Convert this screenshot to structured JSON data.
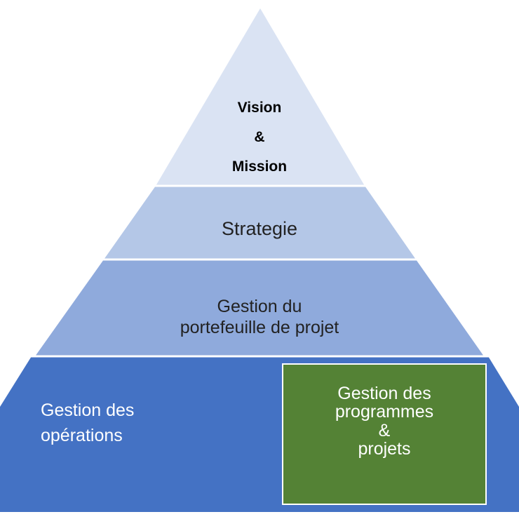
{
  "colors": {
    "level_top": "#dae3f3",
    "level_strategy": "#b4c7e7",
    "level_portfolio": "#8faadc",
    "level_base": "#4472c4",
    "programs_box": "#548235",
    "separator": "#ffffff"
  },
  "levels": {
    "vision": {
      "line1": "Vision",
      "line2": "&",
      "line3": "Mission"
    },
    "strategy": {
      "label": "Strategie"
    },
    "portfolio": {
      "line1": "Gestion du",
      "line2": "portefeuille de projet"
    },
    "base": {
      "operations": {
        "line1": "Gestion des",
        "line2": "opérations"
      },
      "programs": {
        "line1": "Gestion des",
        "line2": "programmes",
        "line3": "&",
        "line4": "projets"
      }
    }
  }
}
